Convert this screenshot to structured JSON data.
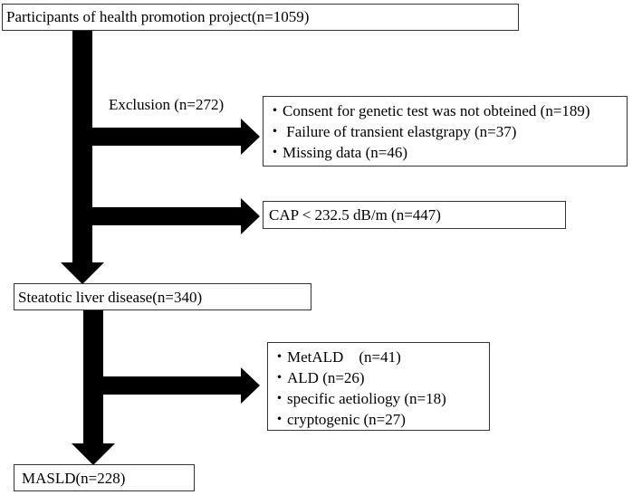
{
  "colors": {
    "arrow": "#000000",
    "border": "#333333",
    "text": "#000000",
    "background": "#ffffff"
  },
  "boxes": {
    "participants": "Participants of health promotion project(n=1059)",
    "exclusion_list": [
      "・Consent for genetic test was not obteined (n=189)",
      "・ Failure of transient elastgrapy (n=37)",
      "・Missing data (n=46)"
    ],
    "cap": "CAP < 232.5 dB/m (n=447)",
    "steatotic": "Steatotic liver disease(n=340)",
    "subtypes": [
      "・MetALD　(n=41)",
      "・ALD (n=26)",
      "・specific aetioliogy (n=18)",
      "・cryptogenic (n=27)"
    ],
    "masld": "MASLD(n=228)"
  },
  "labels": {
    "exclusion": "Exclusion (n=272)"
  }
}
